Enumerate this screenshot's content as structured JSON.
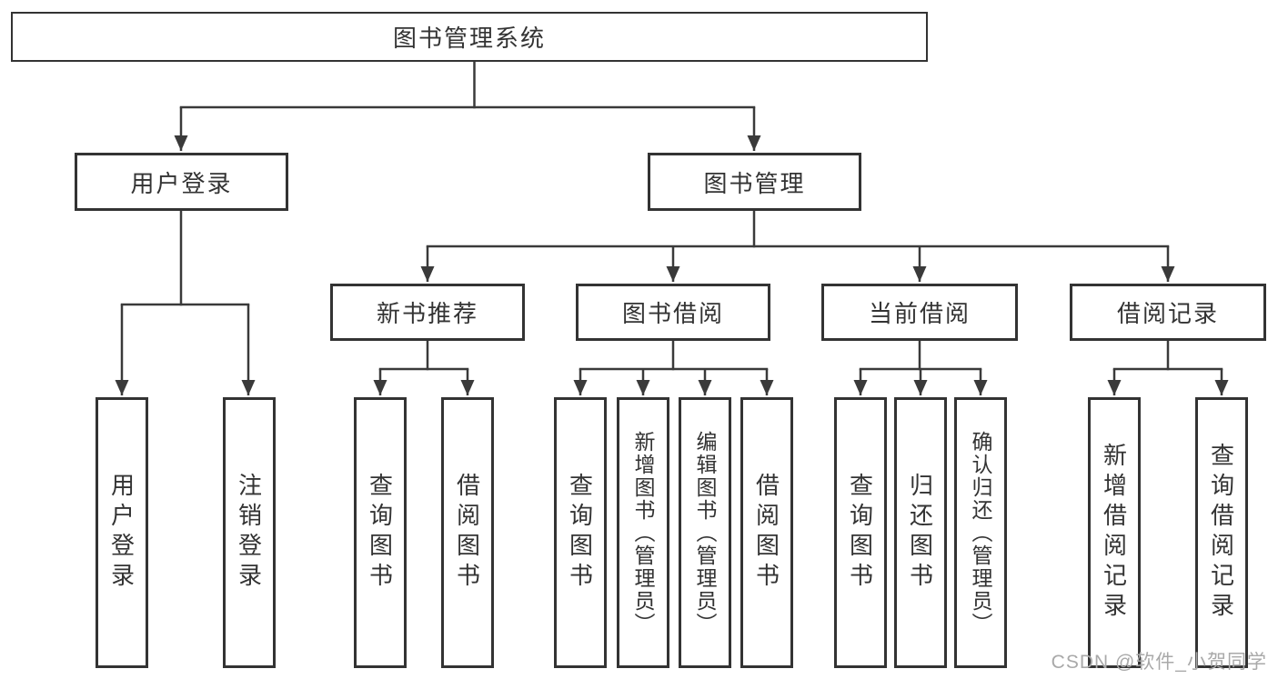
{
  "diagram_title": "图书管理系统",
  "tree": {
    "label": "图书管理系统",
    "children": [
      {
        "label": "用户登录",
        "children": [
          {
            "label": "用户登录"
          },
          {
            "label": "注销登录"
          }
        ]
      },
      {
        "label": "图书管理",
        "children": [
          {
            "label": "新书推荐",
            "children": [
              {
                "label": "查询图书"
              },
              {
                "label": "借阅图书"
              }
            ]
          },
          {
            "label": "图书借阅",
            "children": [
              {
                "label": "查询图书"
              },
              {
                "label": "新增图书（管理员）"
              },
              {
                "label": "编辑图书（管理员）"
              },
              {
                "label": "借阅图书"
              }
            ]
          },
          {
            "label": "当前借阅",
            "children": [
              {
                "label": "查询图书"
              },
              {
                "label": "归还图书"
              },
              {
                "label": "确认归还（管理员）"
              }
            ]
          },
          {
            "label": "借阅记录",
            "children": [
              {
                "label": "新增借阅记录"
              },
              {
                "label": "查询借阅记录"
              }
            ]
          }
        ]
      }
    ]
  },
  "watermark": {
    "text": "CSDN @软件_小贺同学",
    "color": "#a9a9a9"
  },
  "colors": {
    "background": "#ffffff",
    "line": "#3a3a3a",
    "box_border": "#333333",
    "text": "#333333"
  }
}
